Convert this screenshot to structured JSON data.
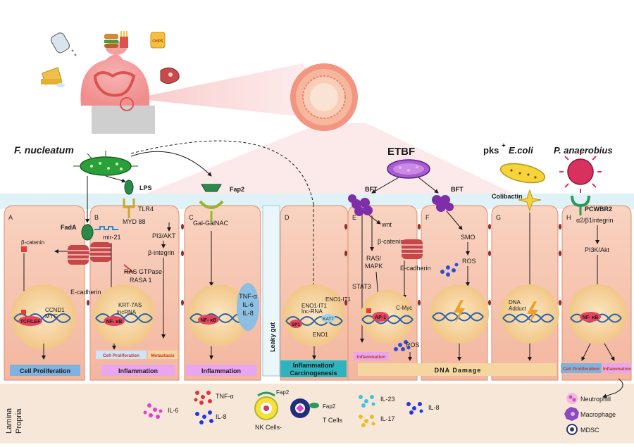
{
  "organisms": {
    "fn": "F. nucleatum",
    "etbf": "ETBF",
    "ecoli_sup": "+",
    "ecoli": "E.coli",
    "ecoli_prefix": "pks",
    "panaer": "P. anaerobius"
  },
  "cell_letters": [
    "A",
    "B",
    "C",
    "D",
    "E",
    "F",
    "G",
    "H"
  ],
  "cellA": {
    "fada": "FadA",
    "bcat": "β-catenin",
    "tcf": "TCF/LEF",
    "ccnd": "CCND1",
    "myc": "MYC",
    "outcome": "Cell Proliferation"
  },
  "cellB": {
    "lps": "LPS",
    "tlr4": "TLR4",
    "myd": "MYD 88",
    "mir": "mir-21",
    "pi3": "PI3/AKT",
    "bint": "β-integrin",
    "ras": "RAS GTPase",
    "rasa": "RASA 1",
    "ecad": "E-cadherin",
    "krt": "KRT-7AS",
    "lnc": "lncRNA",
    "nfkb": "NF- κB",
    "prolif": "Cell Proliferation",
    "meta": "Metastasis",
    "outcome": "Inflammation"
  },
  "cellC": {
    "fap2": "Fap2",
    "gal": "Gal-GalNAC",
    "tnf": "TNF-α",
    "il6": "IL-6",
    "il8": "IL-8",
    "nfkb": "NF- κB",
    "outcome": "Inflammation"
  },
  "leaky": "Leaky gut",
  "cellD": {
    "eno1it": "ENO1-IT1",
    "lnc": "lnc-RNA",
    "eno1it2": "ENO1-IT1",
    "sp1": "SP1",
    "kat7": "KAT7",
    "eno1": "ENO1",
    "outcome1": "Inflammation/",
    "outcome2": "Carcinogenesis"
  },
  "cellE": {
    "bft": "BFT",
    "wnt": "wnt",
    "bcat": "β-catenin",
    "ras": "RAS/",
    "mapk": "MAPK",
    "stat3": "STAT3",
    "ecad": "E-cadherin",
    "ap1": "AP-1",
    "cmyc": "C-Myc",
    "ros": "ROS",
    "infl": "Inflammation"
  },
  "cellF": {
    "bft": "BFT",
    "smo": "SMO",
    "ros": "ROS"
  },
  "cellG": {
    "colib": "Colibactin",
    "dna": "DNA",
    "adduct": "Adduct"
  },
  "dna_damage": "DNA Damage",
  "cellH": {
    "pcw": "PCWBR2",
    "integrin": "α2/β1integrin",
    "pi3k": "PI3K/Akt",
    "nfkb": "NF- κB",
    "prolif": "Cell Proliferation",
    "infl": "Inflammation"
  },
  "lamina": {
    "l1": "Lamina",
    "l2": "Propria"
  },
  "cytokines": {
    "il6": "IL-6",
    "tnf": "TNF-α",
    "il8a": "IL-8",
    "fap2": "Fap2",
    "nk": "NK Cells-",
    "fap2b": "Fap2",
    "tcells": "T Cells",
    "il23": "IL-23",
    "il17": "IL-17",
    "il8b": "IL-8"
  },
  "legend": {
    "neutro": "Neutrophill",
    "macro": "Macrophage",
    "mdsc": "MDSC"
  },
  "food": {
    "chips": "CHIPS"
  },
  "colors": {
    "cell": "#f7c9b4",
    "cell_edge": "#e49a82",
    "nucleus": "#f6d49a",
    "mucus": "#dff2f7",
    "lamina": "#f7e7d8",
    "outcome_blue": "#7fb3df",
    "outcome_pink": "#e9a6ee",
    "dna_band": "#f5d6a0",
    "bact_green": "#2a9a3a",
    "bact_purple": "#7e2ea8"
  }
}
